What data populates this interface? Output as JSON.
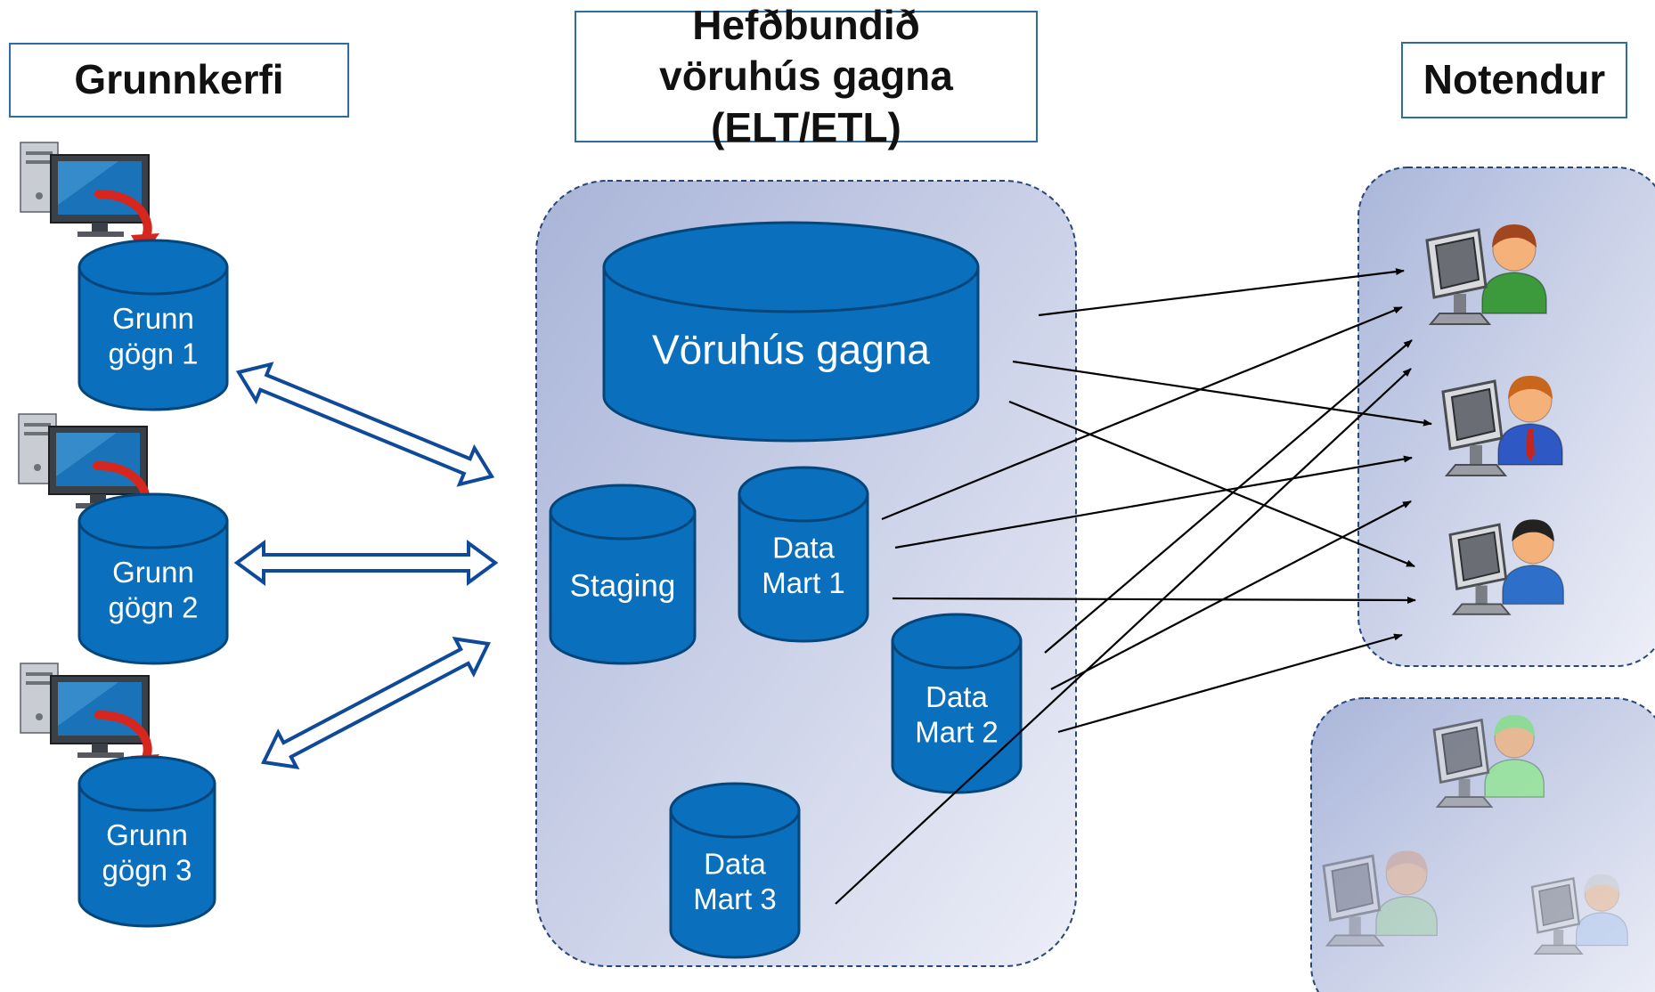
{
  "headers": {
    "source_systems": "Grunnkerfi",
    "warehouse": "Hefðbundið vöruhús gagna (ELT/ETL)",
    "users": "Notendur"
  },
  "source_databases": [
    {
      "line1": "Grunn",
      "line2": "gögn 1"
    },
    {
      "line1": "Grunn",
      "line2": "gögn 2"
    },
    {
      "line1": "Grunn",
      "line2": "gögn 3"
    }
  ],
  "warehouse": {
    "main_label": "Vöruhús gagna",
    "staging_label": "Staging",
    "data_marts": [
      {
        "line1": "Data",
        "line2": "Mart 1"
      },
      {
        "line1": "Data",
        "line2": "Mart 2"
      },
      {
        "line1": "Data",
        "line2": "Mart 3"
      }
    ]
  },
  "icons": {
    "computer": "computer-icon",
    "arrow": "red-curved-arrow-icon",
    "user": "user-at-computer-icon"
  },
  "colors": {
    "cylinder_fill": "#0a6fbd",
    "cylinder_stroke": "#05467a",
    "panel_fill": "#c6cde5",
    "panel_border": "#26477a",
    "header_border": "#2e6da4",
    "double_arrow": "#0f4a9a",
    "connector": "#000000"
  }
}
